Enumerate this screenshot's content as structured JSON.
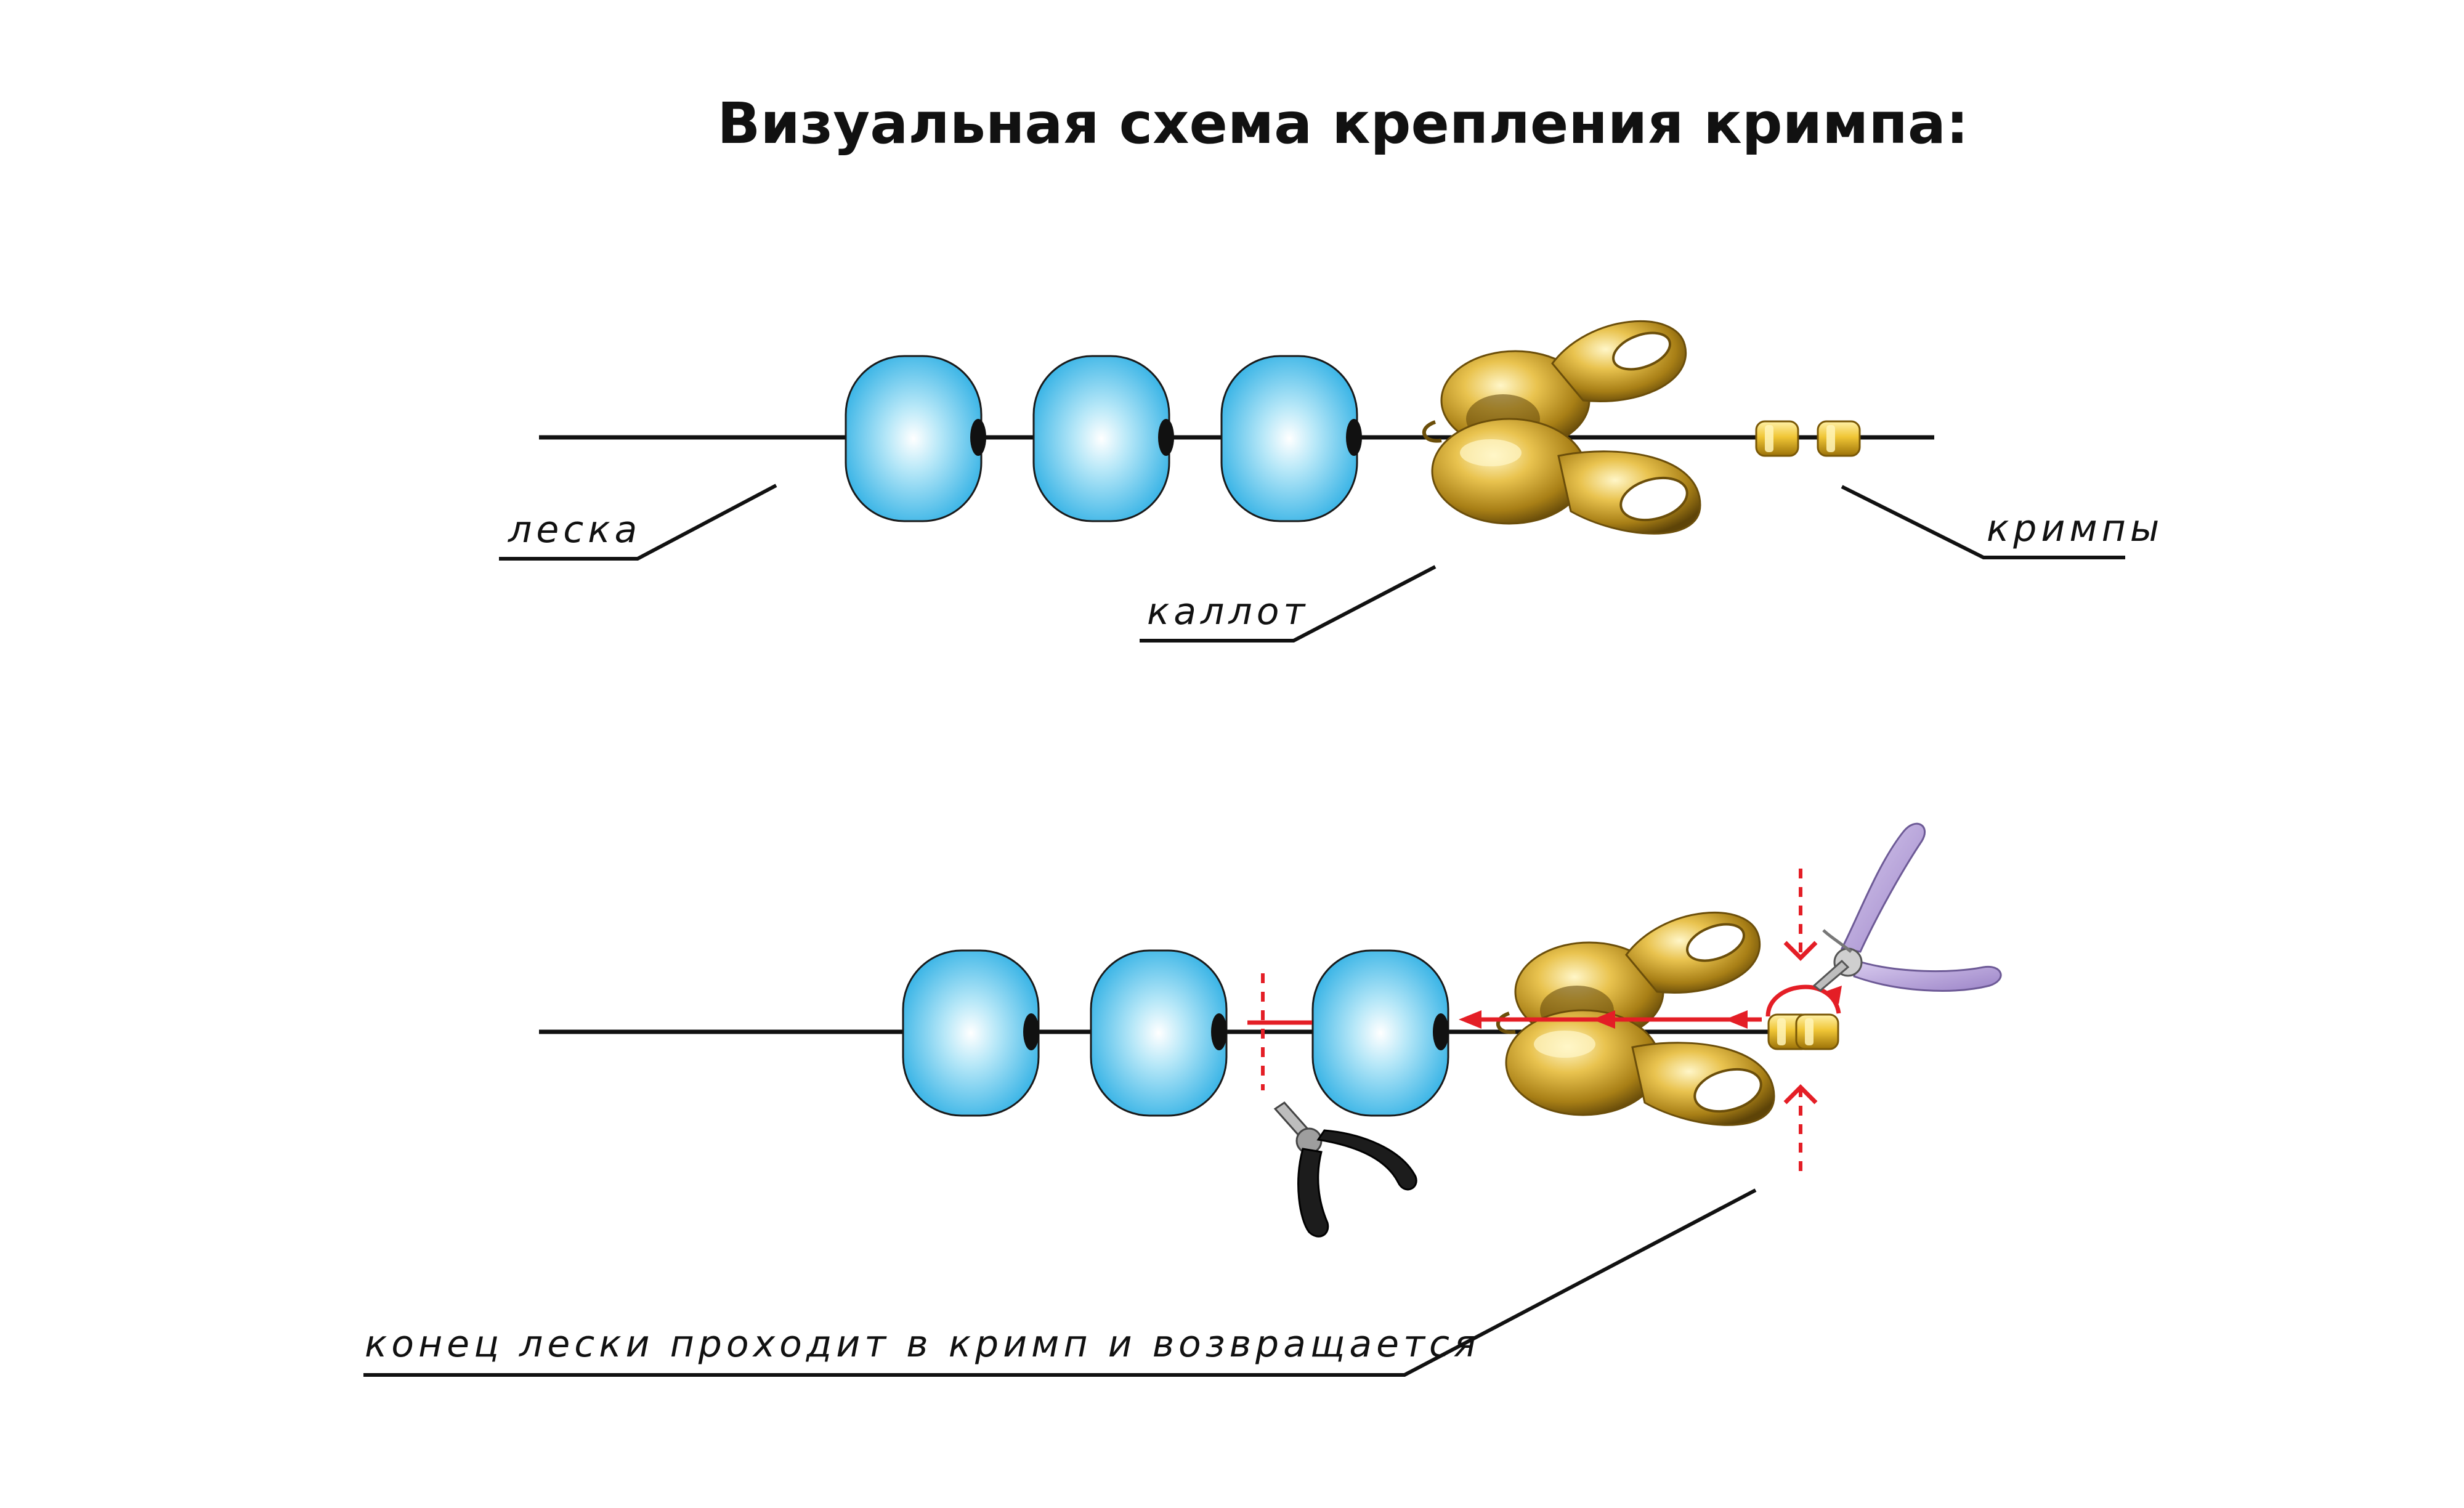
{
  "title": "Визуальная схема крепления кримпа:",
  "labels": {
    "line": "леска",
    "callot": "каллот",
    "crimps": "кримпы",
    "instruction": "конец лески проходит в кримп и возвращается"
  },
  "icons": {
    "bead": "bead-icon",
    "callot": "callot-icon",
    "crimp": "crimp-bead-icon",
    "crimping_pliers": "crimping-pliers-icon",
    "side_cutters": "side-cutters-icon"
  },
  "colors": {
    "bead": "#5ec8ee",
    "bead_highlight": "#ffffff",
    "gold": "#d9b23a",
    "gold_dark": "#8a6a12",
    "arrow_red": "#e41e26",
    "pliers_lilac": "#b7a1d8",
    "cutters_black": "#1c1c1c"
  }
}
